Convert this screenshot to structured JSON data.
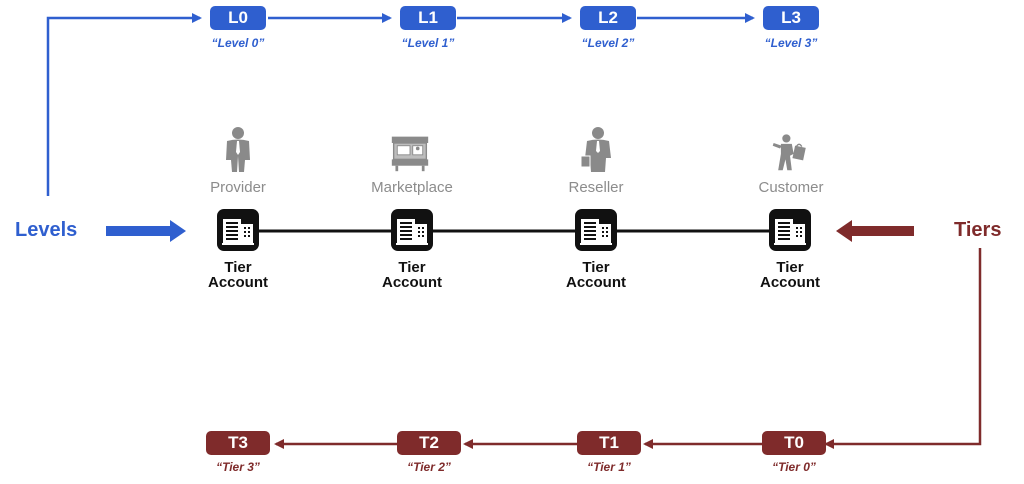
{
  "levels_label": "Levels",
  "tiers_label": "Tiers",
  "level_badges": [
    {
      "code": "L0",
      "caption": "“Level 0”"
    },
    {
      "code": "L1",
      "caption": "“Level 1”"
    },
    {
      "code": "L2",
      "caption": "“Level 2”"
    },
    {
      "code": "L3",
      "caption": "“Level 3”"
    }
  ],
  "tier_badges": [
    {
      "code": "T3",
      "caption": "“Tier 3”"
    },
    {
      "code": "T2",
      "caption": "“Tier 2”"
    },
    {
      "code": "T1",
      "caption": "“Tier 1”"
    },
    {
      "code": "T0",
      "caption": "“Tier 0”"
    }
  ],
  "entities": [
    {
      "role": "Provider",
      "account_line1": "Tier",
      "account_line2": "Account",
      "icon": "businessman-icon"
    },
    {
      "role": "Marketplace",
      "account_line1": "Tier",
      "account_line2": "Account",
      "icon": "marketplace-icon"
    },
    {
      "role": "Reseller",
      "account_line1": "Tier",
      "account_line2": "Account",
      "icon": "reseller-icon"
    },
    {
      "role": "Customer",
      "account_line1": "Tier",
      "account_line2": "Account",
      "icon": "shopper-icon"
    }
  ],
  "colors": {
    "levels": "#2f5fcf",
    "tiers": "#7f2b2b",
    "role_text": "#8c8c8c"
  }
}
